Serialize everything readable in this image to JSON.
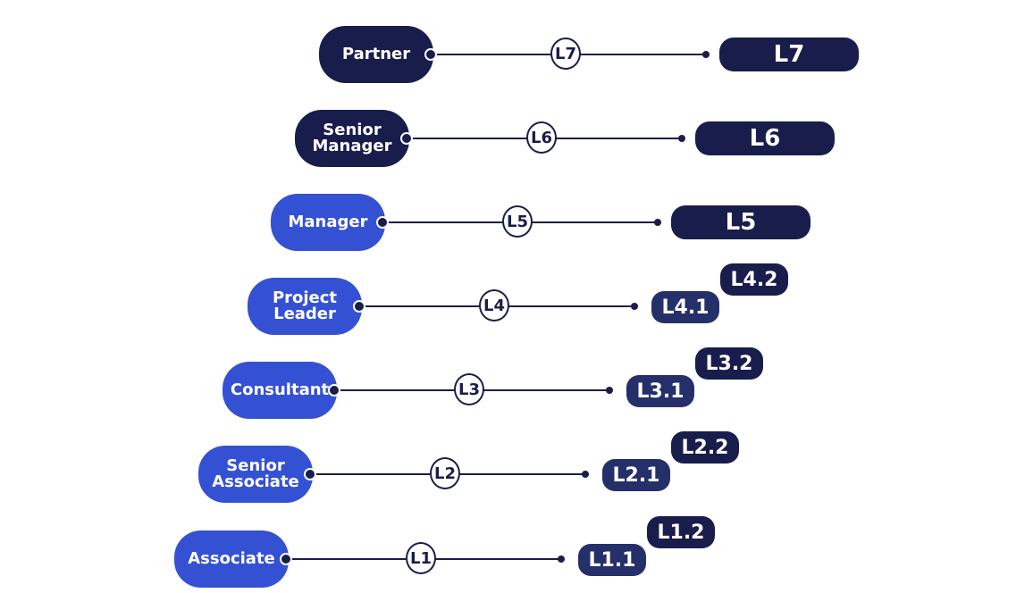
{
  "colors": {
    "senior_role": "#191d4c",
    "junior_role": "#3551d3",
    "line": "#191d4c",
    "level_pill": "#191d4c",
    "sub_level_pill": "#25306a",
    "circle_border": "#191d4c",
    "background": "#ffffff"
  },
  "rows": [
    {
      "role": "Partner",
      "role_style": "senior",
      "level": "L7",
      "levels": [
        "L7"
      ]
    },
    {
      "role": "Senior\nManager",
      "role_style": "senior",
      "level": "L6",
      "levels": [
        "L6"
      ]
    },
    {
      "role": "Manager",
      "role_style": "junior",
      "level": "L5",
      "levels": [
        "L5"
      ]
    },
    {
      "role": "Project\nLeader",
      "role_style": "junior",
      "level": "L4",
      "levels": [
        "L4.1",
        "L4.2"
      ]
    },
    {
      "role": "Consultant",
      "role_style": "junior",
      "level": "L3",
      "levels": [
        "L3.1",
        "L3.2"
      ]
    },
    {
      "role": "Senior\nAssociate",
      "role_style": "junior",
      "level": "L2",
      "levels": [
        "L2.1",
        "L2.2"
      ]
    },
    {
      "role": "Associate",
      "role_style": "junior",
      "level": "L1",
      "levels": [
        "L1.1",
        "L1.2"
      ]
    }
  ]
}
